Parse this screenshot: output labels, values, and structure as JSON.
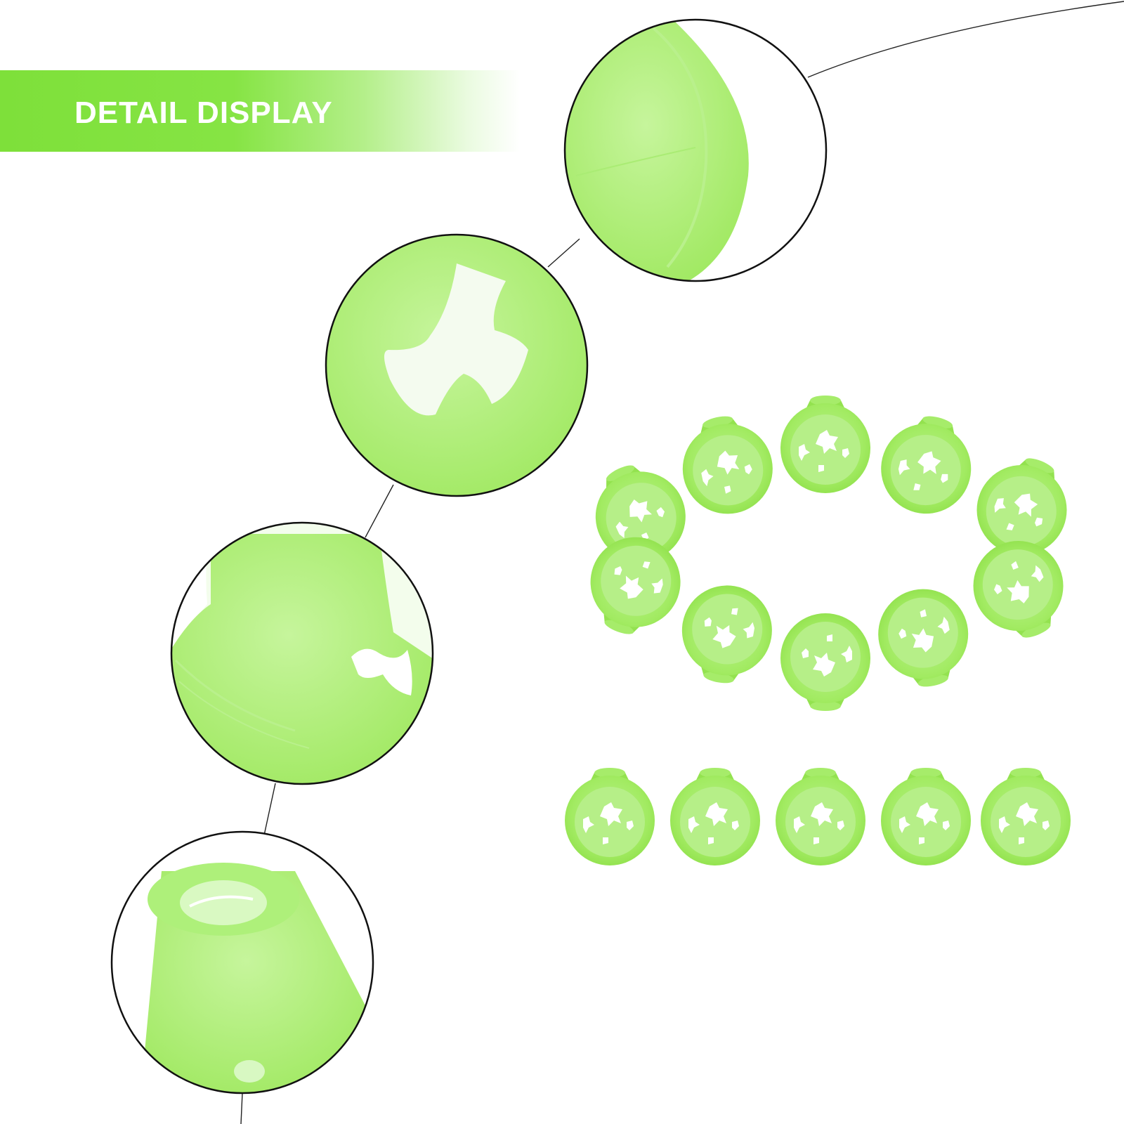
{
  "banner": {
    "title": "DETAIL DISPLAY"
  },
  "colors": {
    "banner_green": "#86e444",
    "product_green": "#9be85c",
    "product_light": "#c8f5a4",
    "outline": "#111111"
  },
  "detail_views": [
    {
      "name": "cup-rim-closeup"
    },
    {
      "name": "slot-cutout-closeup"
    },
    {
      "name": "side-wall-closeup"
    },
    {
      "name": "base-hole-closeup"
    }
  ],
  "product": {
    "item_name": "golf-tee-cup",
    "rows": 3
  },
  "icons": [
    "golf-tee-icon"
  ]
}
